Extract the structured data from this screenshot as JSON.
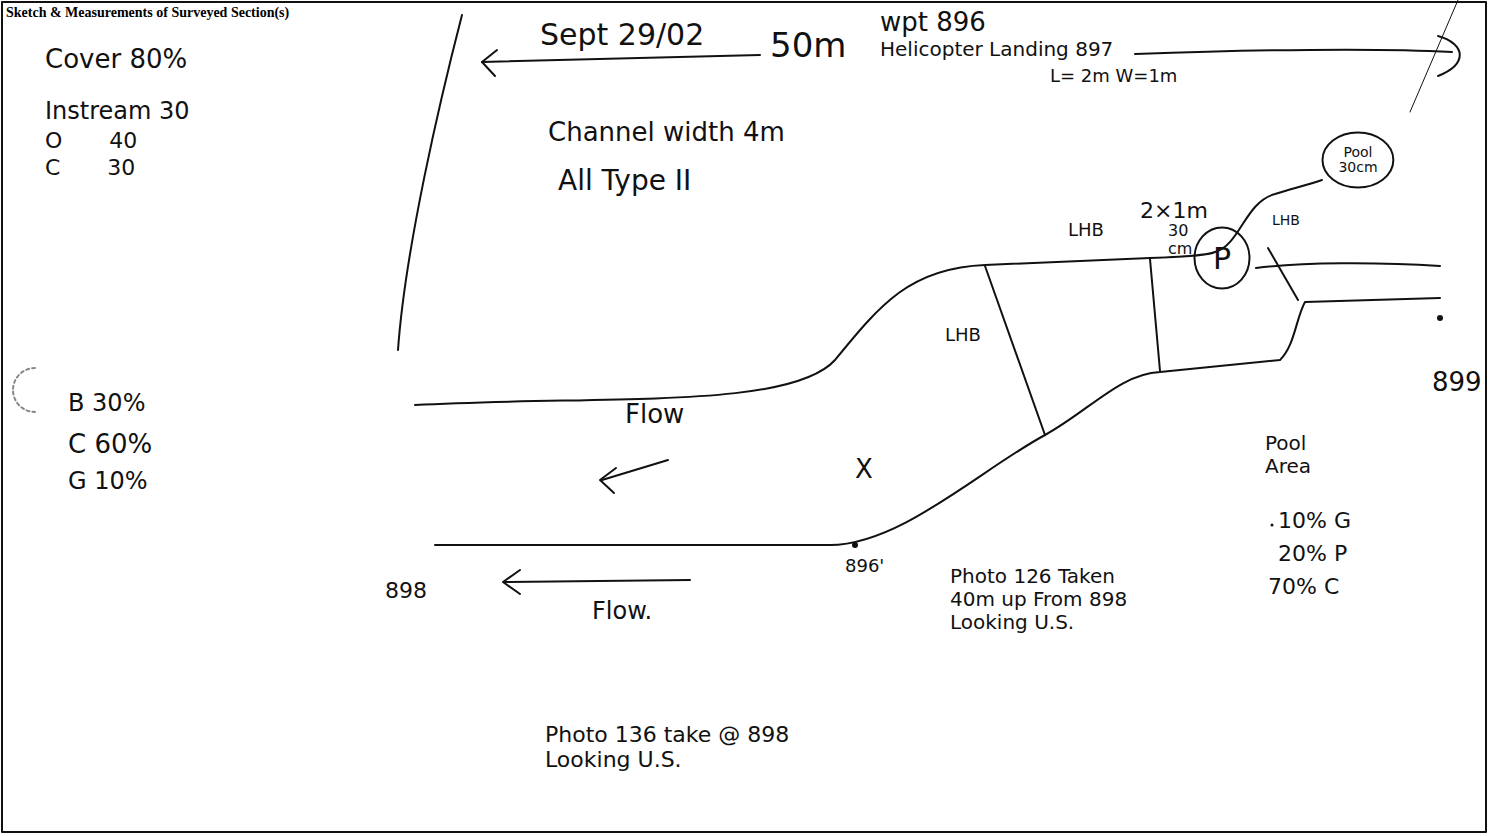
{
  "diagram": {
    "title": "Sketch & Measurements of Surveyed Section(s)",
    "nodes": [
      {
        "text": [
          "Pool 30cm"
        ]
      },
      {
        "text": [
          "P"
        ]
      }
    ],
    "labels": [
      "Sept 29/02",
      "wpt 896",
      "50m",
      "Helicopter Landing 897",
      "L= 2m W=1m",
      "Cover 80%",
      "Instream 30",
      "O 40",
      "C 30",
      "Channel width 4m",
      "All Type II",
      "2×1m",
      "LHB",
      "LHB",
      "LHB",
      "30 cm",
      "899",
      "B 30%",
      "C 60%",
      "G 10%",
      "Flow",
      "X",
      "896'",
      "898",
      "Flow.",
      "Pool Area",
      "10% G",
      "20% P",
      "70% C",
      "Photo 126 Taken 40m up From 898 Looking U.S.",
      "Photo 136 take @ 898 Looking U.S."
    ]
  }
}
